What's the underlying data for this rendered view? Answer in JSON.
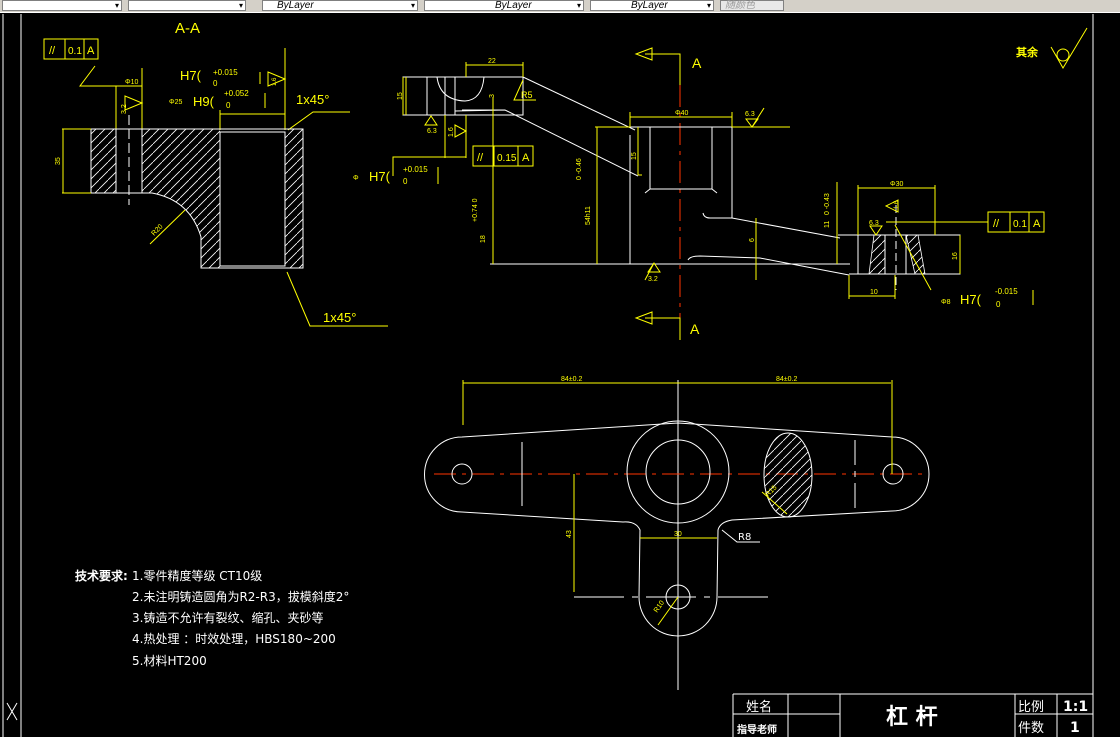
{
  "toolbar": {
    "combos": [
      {
        "value": "",
        "kind": "text-style"
      },
      {
        "value": "",
        "kind": "dim-style"
      },
      {
        "value": "ByLayer",
        "kind": "layer"
      },
      {
        "value": "ByLayer",
        "kind": "linetype"
      },
      {
        "value": "ByLayer",
        "kind": "lineweight"
      },
      {
        "value": "随颜色",
        "kind": "plotstyle"
      }
    ]
  },
  "colors": {
    "background": "#000000",
    "dimension": "#ffff00",
    "geometry": "#ffffff",
    "centerline": "#ff3300"
  },
  "section_view": {
    "title": "A-A",
    "tolerance_frame": [
      "//",
      "0.1",
      "A"
    ],
    "fit1": "H7(",
    "fit1_upper": "+0.015",
    "fit1_lower": "0",
    "fit2_dia": "Φ25",
    "fit2": "H9(",
    "fit2_upper": "+0.052",
    "fit2_lower": "0",
    "hole_dia": "Φ10",
    "chamfer_top": "1x45°",
    "chamfer_bottom": "1x45°",
    "height": "35",
    "radius": "R20",
    "roughness_a": "3.2",
    "roughness_b": "1.6"
  },
  "front_view": {
    "width_top": "22",
    "radius": "R5",
    "height_left": "15",
    "roughness_a": "6.3",
    "roughness_b": "1.6",
    "roughness_c": "6.3",
    "roughness_d": "3.2",
    "tolerance_frame": [
      "//",
      "0.15",
      "A"
    ],
    "fit_dia": "Φ",
    "fit": "H7(",
    "fit_upper": "+0.015",
    "fit_lower": "0",
    "dim_18": "18",
    "dim_tol": "+0.74 0",
    "dim_54": "54h11",
    "dim_h11": "0 -0.46",
    "dim_phi40": "Φ40",
    "dim_15": "15",
    "dim_6": "6",
    "dim_3": "3",
    "section_label_top": "A",
    "section_label_bottom": "A"
  },
  "right_boss": {
    "dim_phi30": "Φ30",
    "dim_11": "11",
    "dim_tol": "0 -0.43",
    "roughness_a": "6.3",
    "roughness_b": "1.6",
    "tolerance_frame": [
      "//",
      "0.1",
      "A"
    ],
    "dim_16": "16",
    "dim_10": "10",
    "fit_dia": "Φ8",
    "fit": "H7(",
    "fit_upper": "-0.015",
    "fit_lower": "0"
  },
  "top_view": {
    "dim_left": "84±0.2",
    "dim_right": "84±0.2",
    "dim_30": "30",
    "dim_43": "43",
    "radius_r8": "R8",
    "radius_r10": "R10",
    "radius_r15": "R15"
  },
  "roughness_note": "其余",
  "tech_requirements": {
    "heading": "技术要求:",
    "items": [
      "1.零件精度等级 CT10级",
      "2.未注明铸造圆角为R2-R3，拔模斜度2°",
      "3.铸造不允许有裂纹、缩孔、夹砂等",
      "4.热处理 ：时效处理，HBS180~200",
      "5.材料HT200"
    ]
  },
  "title_block": {
    "name_label": "姓名",
    "teacher_label": "指导老师",
    "part_name": "杠 杆",
    "scale_label": "比例",
    "scale_value": "1:1",
    "qty_label": "件数",
    "qty_value": "1"
  }
}
